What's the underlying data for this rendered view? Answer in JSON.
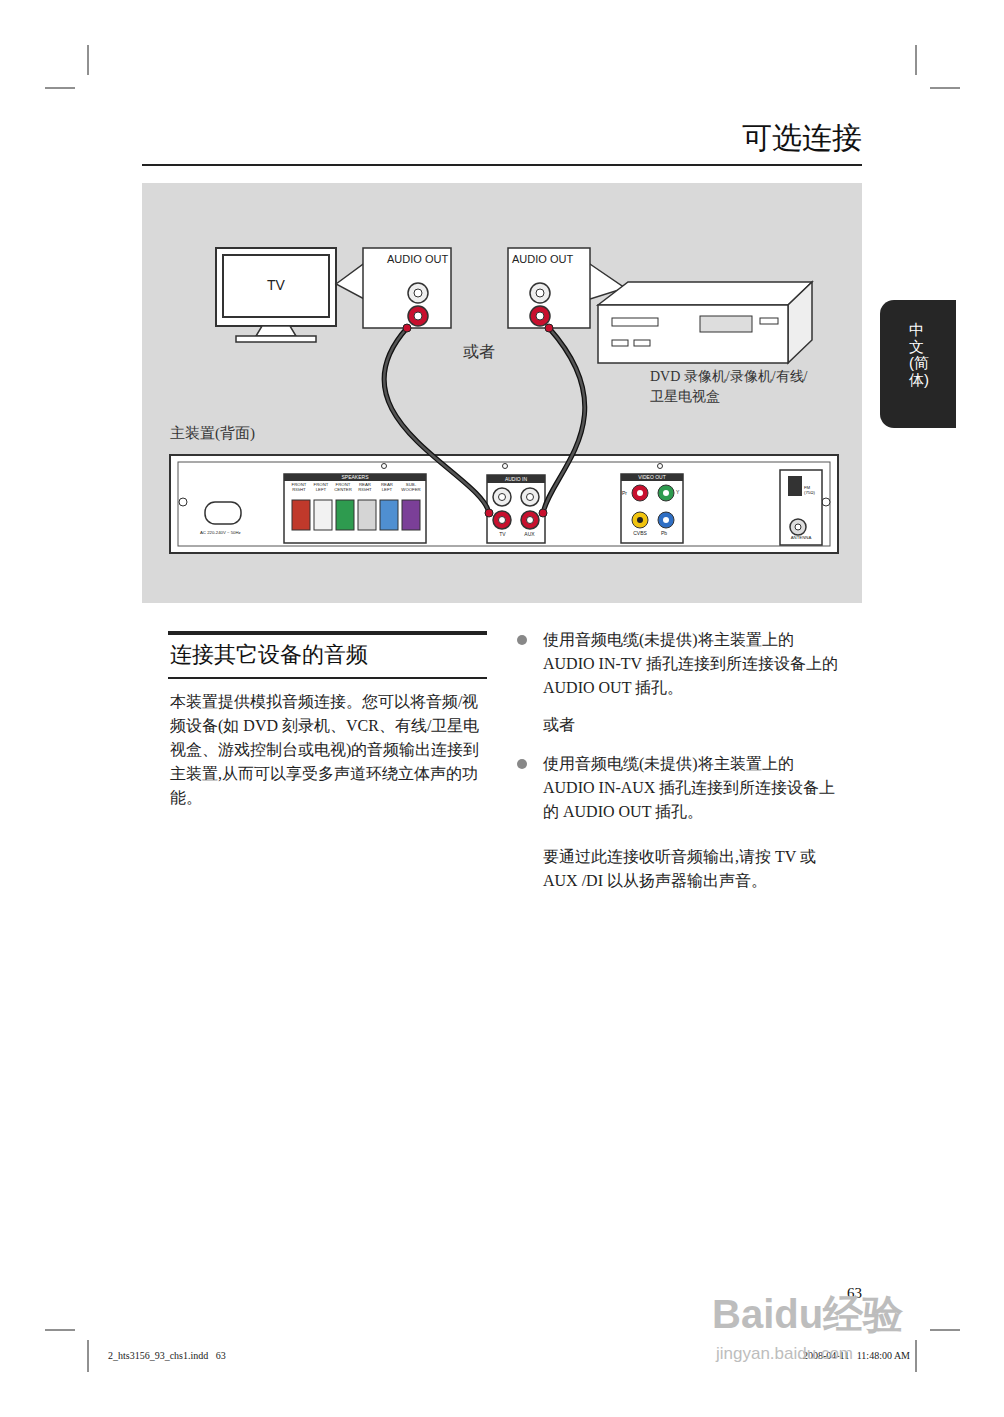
{
  "diagram": {
    "title": "可选连接",
    "nodes": [
      {
        "text": [
          "TV"
        ]
      },
      {
        "text": [
          "AUDIO OUT"
        ]
      },
      {
        "text": [
          "AUDIO OUT"
        ]
      },
      {
        "text": [
          "DVD 录像机/录像机/有线/卫星电视盒"
        ]
      },
      {
        "text": [
          "主装置(背面)"
        ]
      },
      {
        "text": [
          "SPEAKERS",
          "FRONT RIGHT",
          "FRONT LEFT",
          "FRONT CENTER",
          "REAR RIGHT",
          "REAR LEFT",
          "SUB-WOOFER"
        ],
        "in": 4
      },
      {
        "text": [
          "AUDIO IN"
        ],
        "in": 4
      },
      {
        "text": [
          "TV"
        ],
        "in": 6
      },
      {
        "text": [
          "AUX"
        ],
        "in": 6
      },
      {
        "text": [
          "VIDEO OUT",
          "Pr",
          "Y",
          "CVBS",
          "Pb"
        ],
        "in": 4
      },
      {
        "text": [
          "FM (75Ω)",
          "ANTENNA"
        ],
        "in": 4
      },
      {
        "text": [
          "中文(简体)"
        ]
      }
    ],
    "edges": [
      {
        "from": 1,
        "to": 7,
        "arrow": "none"
      },
      {
        "from": 2,
        "to": 8,
        "arrow": "none"
      }
    ],
    "labels": [
      "或者",
      "AC 220-240V ~ 50Hz",
      "连接其它设备的音频",
      "本装置提供模拟音频连接。您可以将音频/视频设备(如 DVD 刻录机、VCR、有线/卫星电视盒、游戏控制台或电视)的音频输出连接到主装置,从而可以享受多声道环绕立体声的功能。",
      "使用音频电缆(未提供)将主装置上的 AUDIO IN-TV 插孔连接到所连接设备上的 AUDIO OUT 插孔。",
      "或者",
      "使用音频电缆(未提供)将主装置上的 AUDIO IN-AUX 插孔连接到所连接设备上的 AUDIO OUT 插孔。",
      "要通过此连接收听音频输出,请按 TV 或 AUX /DI 以从扬声器输出声音。",
      "63",
      "2_hts3156_93_chs1.indd   63",
      "2008-04-11   11:48:00 AM",
      "Baidu经验",
      "jingyan.baidu.com"
    ]
  }
}
